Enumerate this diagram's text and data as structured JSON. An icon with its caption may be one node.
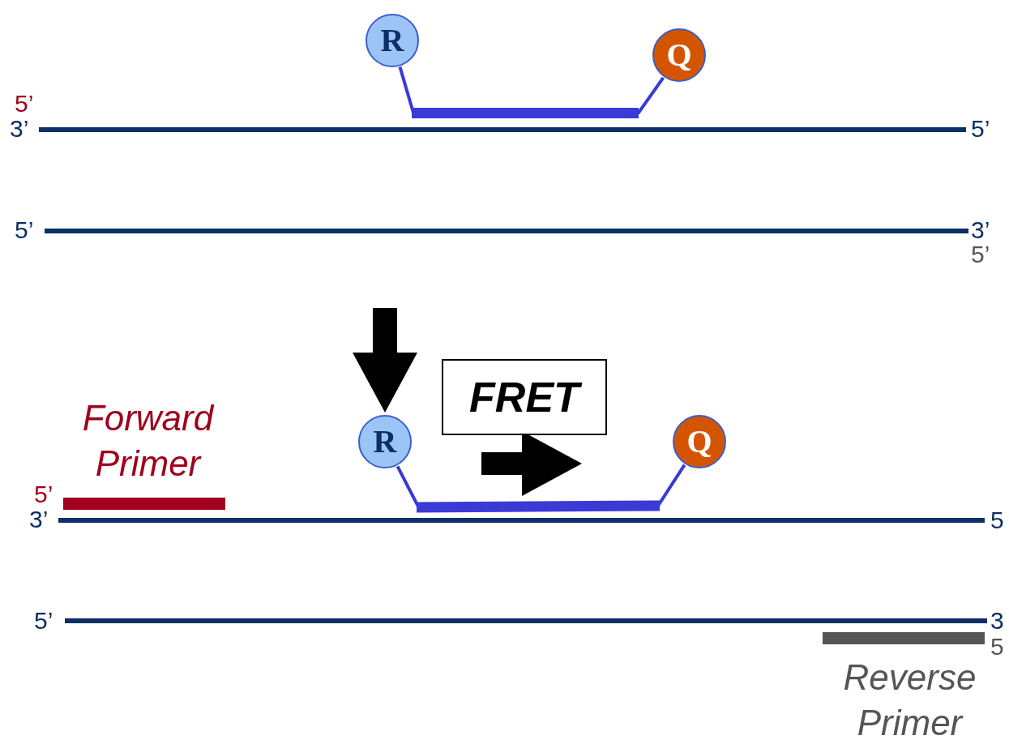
{
  "diagram": {
    "nodes": [
      {
        "text": [
          "R"
        ]
      },
      {
        "text": [
          "Q"
        ]
      },
      {
        "text": [
          "FRET"
        ]
      },
      {
        "text": [
          "R"
        ]
      },
      {
        "text": [
          "Q"
        ]
      }
    ],
    "edges": [
      {
        "from": 0,
        "to": 1,
        "arrow": "none"
      },
      {
        "from": 3,
        "to": 4,
        "arrow": "none"
      },
      {
        "from": null,
        "to": 3,
        "arrow": "to",
        "style": "thick",
        "color": "#000000"
      }
    ],
    "labels": [
      "5’",
      "3’",
      "5’",
      "5’",
      "3’",
      "5’",
      "Forward Primer",
      "5’",
      "3’",
      "5",
      "5’",
      "3",
      "5",
      "Reverse Primer"
    ]
  }
}
